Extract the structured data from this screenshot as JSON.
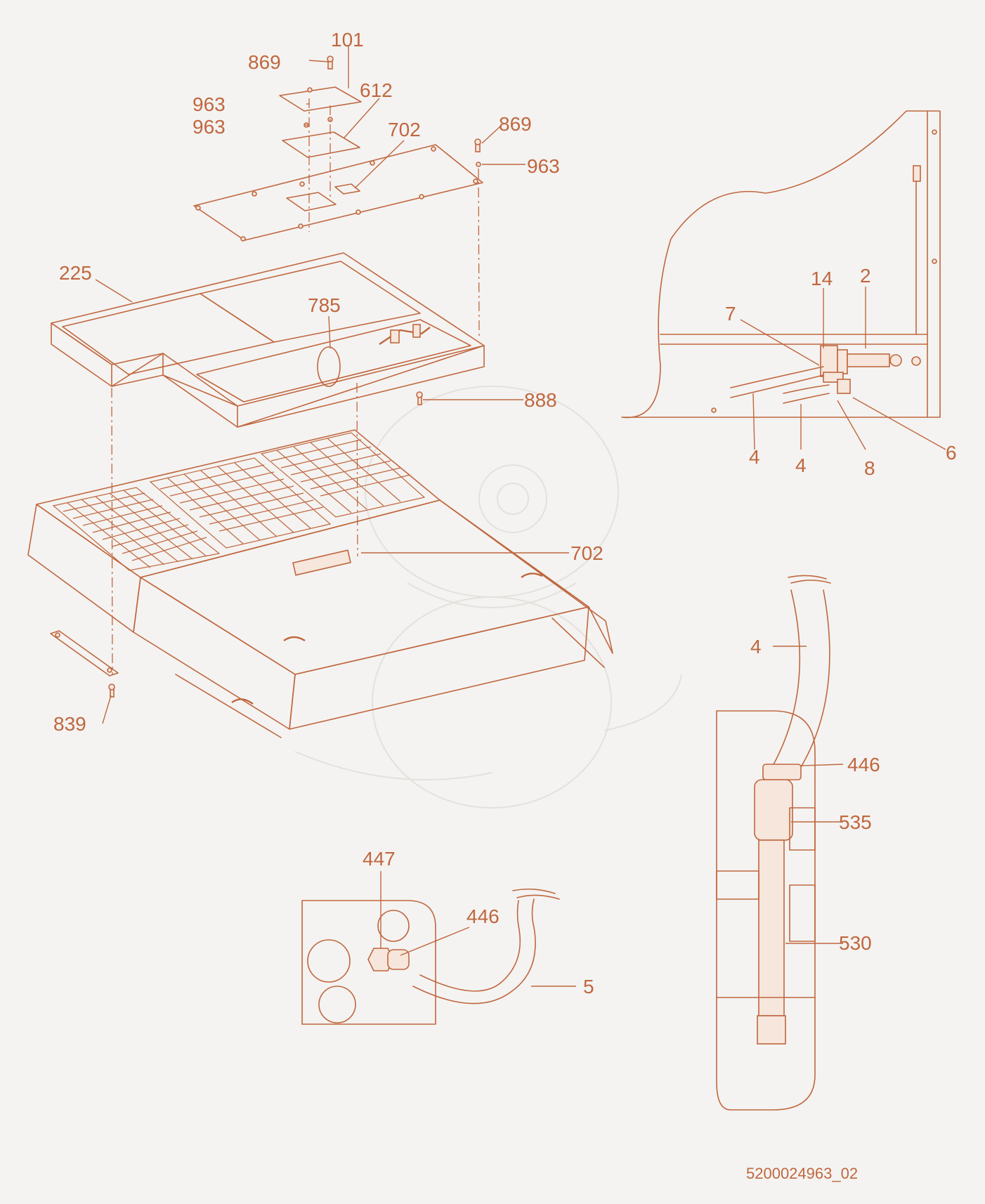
{
  "diagram": {
    "accent_color": "#c0673f",
    "background_color": "#f4f3f1",
    "document_id": "5200024963_02",
    "callouts": {
      "c101": "101",
      "c869_top": "869",
      "c963_a": "963",
      "c963_b": "963",
      "c612": "612",
      "c702_top": "702",
      "c869_right": "869",
      "c963_right": "963",
      "c225": "225",
      "c785": "785",
      "c888": "888",
      "c702_mid": "702",
      "c839": "839",
      "c14": "14",
      "c2": "2",
      "c7": "7",
      "c4_a": "4",
      "c4_b": "4",
      "c8": "8",
      "c6": "6",
      "c4_hose": "4",
      "c446_right": "446",
      "c535": "535",
      "c530": "530",
      "c447": "447",
      "c446_bottom": "446",
      "c5": "5"
    }
  }
}
